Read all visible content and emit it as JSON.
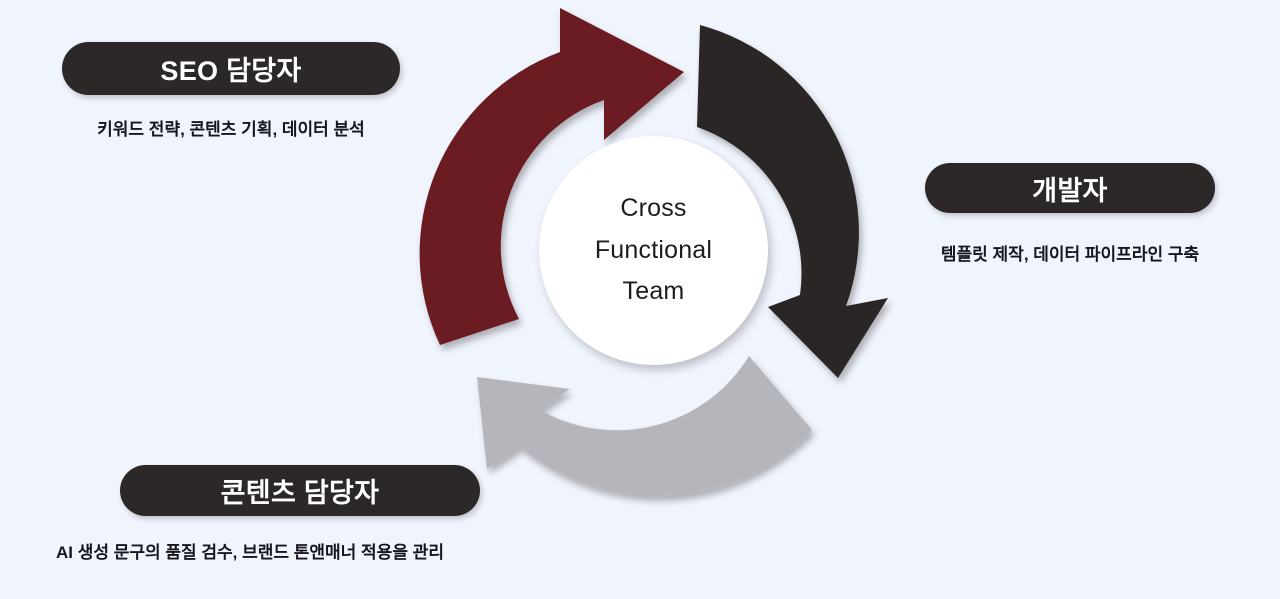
{
  "diagram": {
    "background_color": "#F0F4FD",
    "center": {
      "label_lines": [
        "Cross",
        "Functional",
        "Team"
      ],
      "fill_color": "#FFFFFF",
      "text_color": "#1D1D1D"
    },
    "arrows": [
      {
        "name": "seo-arrow",
        "color": "#6B1A23",
        "direction": "clockwise-up-right",
        "points_to": "개발자"
      },
      {
        "name": "developer-arrow",
        "color": "#2B2827",
        "direction": "clockwise-down",
        "points_to": "콘텐츠 담당자"
      },
      {
        "name": "content-arrow",
        "color": "#B5B6BB",
        "direction": "clockwise-left-up",
        "points_to": "SEO 담당자"
      }
    ],
    "roles": [
      {
        "id": "seo",
        "title": "SEO 담당자",
        "description": "키워드 전략, 콘텐츠 기획, 데이터 분석",
        "pill_color": "#2B2827",
        "accent_color": "#6B1A23"
      },
      {
        "id": "developer",
        "title": "개발자",
        "description": "템플릿 제작, 데이터 파이프라인 구축",
        "pill_color": "#2B2827",
        "accent_color": "#2B2827"
      },
      {
        "id": "content",
        "title": "콘텐츠 담당자",
        "description": "AI 생성 문구의 품질 검수, 브랜드 톤앤매너 적용을 관리",
        "pill_color": "#2B2827",
        "accent_color": "#B5B6BB"
      }
    ]
  }
}
